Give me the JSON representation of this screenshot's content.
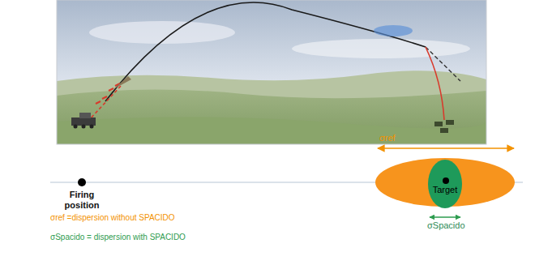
{
  "diagram": {
    "nodes": [
      {
        "text": [
          "Firing position"
        ]
      },
      {
        "text": [
          "Target"
        ]
      }
    ],
    "labels": [
      "σref",
      "σSpacido"
    ],
    "legend": [
      {
        "text": "σref =dispersion without SPACIDO",
        "color": "#f39200"
      },
      {
        "text": "σSpacido = dispersion with SPACIDO",
        "color": "#2e9c4f"
      }
    ]
  }
}
